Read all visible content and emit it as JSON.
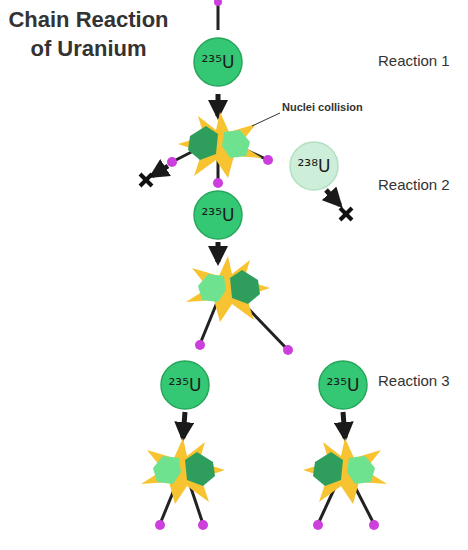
{
  "diagram": {
    "title": "Chain Reaction of Uranium",
    "nodes": [
      {
        "text": [
          "²³⁵U"
        ]
      },
      {
        "text": [
          "²³⁸U"
        ]
      },
      {
        "text": [
          "²³⁵U"
        ]
      },
      {
        "text": [
          "²³⁵U"
        ]
      },
      {
        "text": [
          "²³⁵U"
        ]
      }
    ],
    "labels": [
      "Reaction 1",
      "Nuclei collision",
      "Reaction 2",
      "Reaction 3"
    ]
  }
}
